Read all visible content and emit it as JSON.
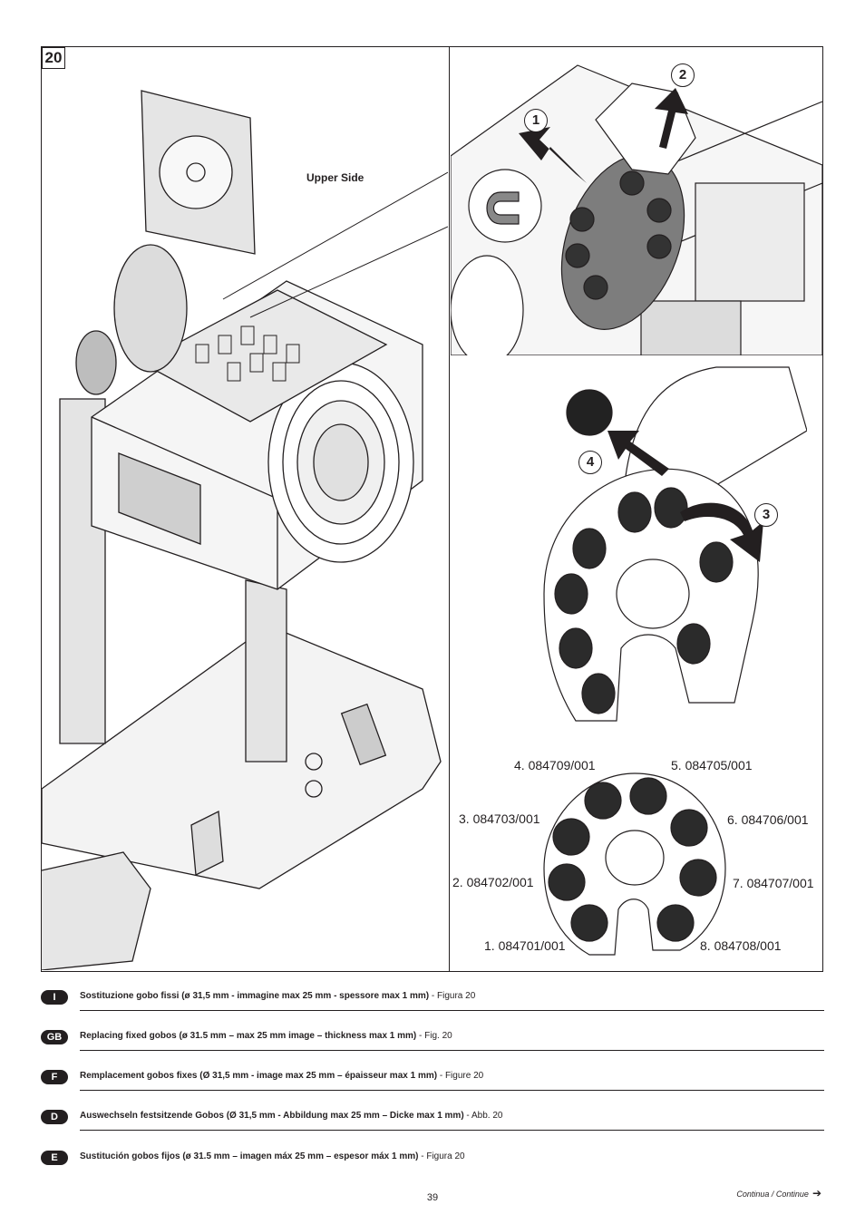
{
  "figure": {
    "number": "20",
    "upper_side_label": "Upper Side",
    "steps": [
      "1",
      "2",
      "3",
      "4"
    ],
    "gobo_parts": [
      {
        "label": "4. 084709/001"
      },
      {
        "label": "5. 084705/001"
      },
      {
        "label": "3. 084703/001"
      },
      {
        "label": "6. 084706/001"
      },
      {
        "label": "2. 084702/001"
      },
      {
        "label": "7. 084707/001"
      },
      {
        "label": "1. 084701/001"
      },
      {
        "label": "8. 084708/001"
      }
    ]
  },
  "instructions": [
    {
      "lang": "I",
      "title": "Sostituzione gobo fissi (ø 31,5 mm - immagine max 25 mm - spessore max 1 mm)",
      "ref": "Figura 20"
    },
    {
      "lang": "GB",
      "title": "Replacing fixed gobos (ø 31.5 mm – max 25 mm image – thickness max 1 mm)",
      "ref": "Fig. 20"
    },
    {
      "lang": "F",
      "title": "Remplacement gobos fixes (Ø 31,5 mm - image max 25 mm – épaisseur max 1 mm)",
      "ref": "Figure 20"
    },
    {
      "lang": "D",
      "title": "Auswechseln festsitzende Gobos (Ø 31,5 mm - Abbildung max 25 mm – Dicke max 1 mm)",
      "ref": "Abb. 20"
    },
    {
      "lang": "E",
      "title": "Sustitución gobos fijos (ø 31.5 mm – imagen máx 25 mm – espesor máx 1 mm)",
      "ref": "Figura 20"
    }
  ],
  "footer": {
    "page_number": "39",
    "continue_label": "Continua / Continue",
    "continue_icon": "arrow-right-icon"
  },
  "colors": {
    "ink": "#231f20",
    "paper": "#ffffff",
    "shade": "#8a8a8a"
  }
}
